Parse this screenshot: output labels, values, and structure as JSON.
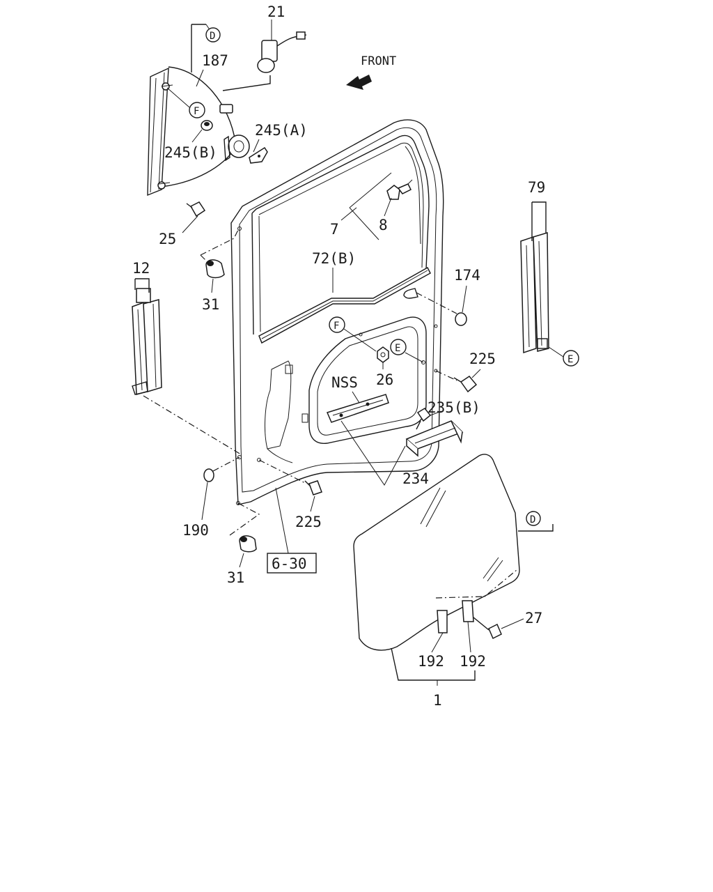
{
  "labels": {
    "p21": "21",
    "p187": "187",
    "p245a": "245(A)",
    "p245b": "245(B)",
    "p25": "25",
    "p12": "12",
    "p31a": "31",
    "p31b": "31",
    "p7": "7",
    "p8": "8",
    "p72b": "72(B)",
    "p174": "174",
    "p79": "79",
    "p26": "26",
    "nss": "NSS",
    "p225a": "225",
    "p225b": "225",
    "p235b": "235(B)",
    "p234": "234",
    "p190": "190",
    "ref": "6-30",
    "p27": "27",
    "p192a": "192",
    "p192b": "192",
    "p1": "1",
    "front": "FRONT"
  },
  "callouts": {
    "d_top": "D",
    "d_glass": "D",
    "f_regulator": "F",
    "f_door": "F",
    "e_door": "E",
    "e_channel": "E"
  }
}
